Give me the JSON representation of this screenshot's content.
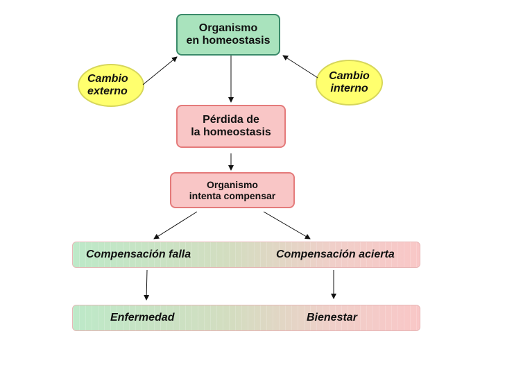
{
  "nodes": {
    "homeostasis": {
      "line1": "Organismo",
      "line2": "en homeostasis"
    },
    "perdida": {
      "line1": "Pérdida de",
      "line2": "la homeostasis"
    },
    "compensar": {
      "line1": "Organismo",
      "line2": "intenta compensar"
    },
    "cambio_externo": {
      "line1": "Cambio",
      "line2": "externo"
    },
    "cambio_interno": {
      "line1": "Cambio",
      "line2": "interno"
    }
  },
  "outcomes": {
    "falla": "Compensación falla",
    "acierta": "Compensación acierta",
    "enfermedad": "Enfermedad",
    "bienestar": "Bienestar"
  },
  "colors": {
    "green_box": "#a9e3bd",
    "pink_box": "#f9c6c6",
    "oval": "#ffff6e"
  }
}
